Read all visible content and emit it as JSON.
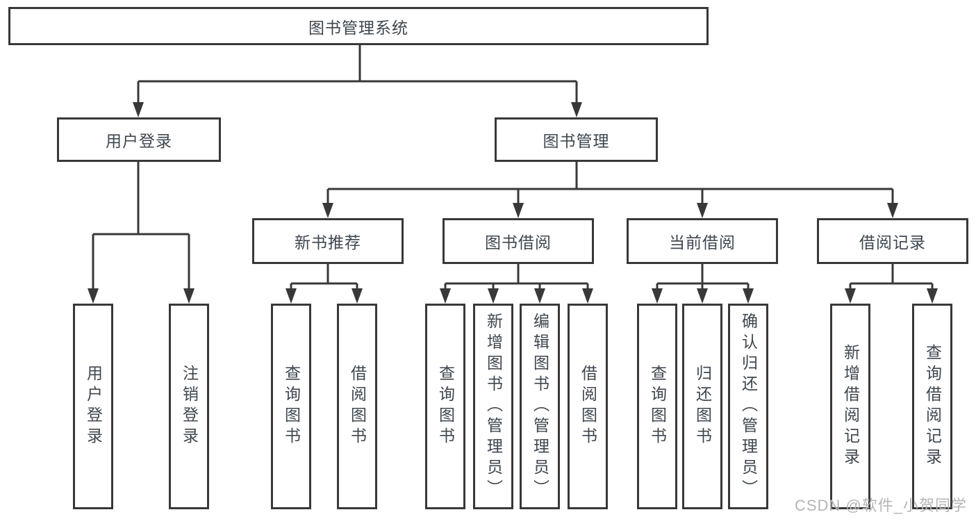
{
  "diagram": {
    "root": {
      "label": "图书管理系统"
    },
    "branches": [
      {
        "label": "用户登录",
        "children": [
          {
            "label": "用户登录"
          },
          {
            "label": "注销登录"
          }
        ]
      },
      {
        "label": "图书管理",
        "children": [
          {
            "label": "新书推荐",
            "children": [
              {
                "label": "查询图书"
              },
              {
                "label": "借阅图书"
              }
            ]
          },
          {
            "label": "图书借阅",
            "children": [
              {
                "label": "查询图书"
              },
              {
                "label": "新增图书（管理员）"
              },
              {
                "label": "编辑图书（管理员）"
              },
              {
                "label": "借阅图书"
              }
            ]
          },
          {
            "label": "当前借阅",
            "children": [
              {
                "label": "查询图书"
              },
              {
                "label": "归还图书"
              },
              {
                "label": "确认归还（管理员）"
              }
            ]
          },
          {
            "label": "借阅记录",
            "children": [
              {
                "label": "新增借阅记录"
              },
              {
                "label": "查询借阅记录"
              }
            ]
          }
        ]
      }
    ]
  },
  "watermark": "CSDN @软件_小贺同学",
  "colors": {
    "line": "#383838",
    "text": "#3e464e",
    "background": "#ffffff",
    "watermark": "#b5b5b5"
  }
}
